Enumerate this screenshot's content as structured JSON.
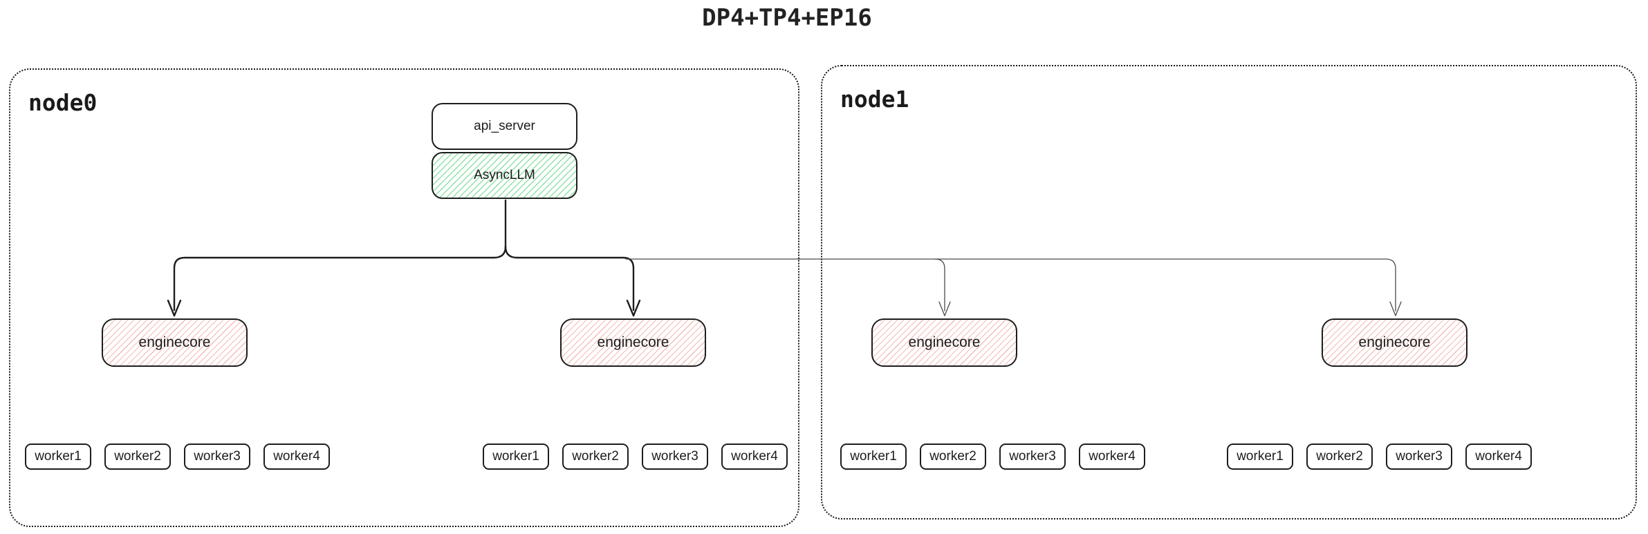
{
  "title": "DP4+TP4+EP16",
  "nodes": [
    {
      "label": "node0",
      "api_server_label": "api_server",
      "async_llm_label": "AsyncLLM",
      "enginecores": [
        {
          "label": "enginecore",
          "workers": [
            "worker1",
            "worker2",
            "worker3",
            "worker4"
          ]
        },
        {
          "label": "enginecore",
          "workers": [
            "worker1",
            "worker2",
            "worker3",
            "worker4"
          ]
        }
      ]
    },
    {
      "label": "node1",
      "enginecores": [
        {
          "label": "enginecore",
          "workers": [
            "worker1",
            "worker2",
            "worker3",
            "worker4"
          ]
        },
        {
          "label": "enginecore",
          "workers": [
            "worker1",
            "worker2",
            "worker3",
            "worker4"
          ]
        }
      ]
    }
  ],
  "colors": {
    "background": "#ffffff",
    "text": "#1c1c1c",
    "line_dark": "#1d1d1d",
    "line_thin": "#4a4a4a",
    "green_hatch": "#8fe3a4",
    "red_hatch": "#f3bcb6"
  }
}
